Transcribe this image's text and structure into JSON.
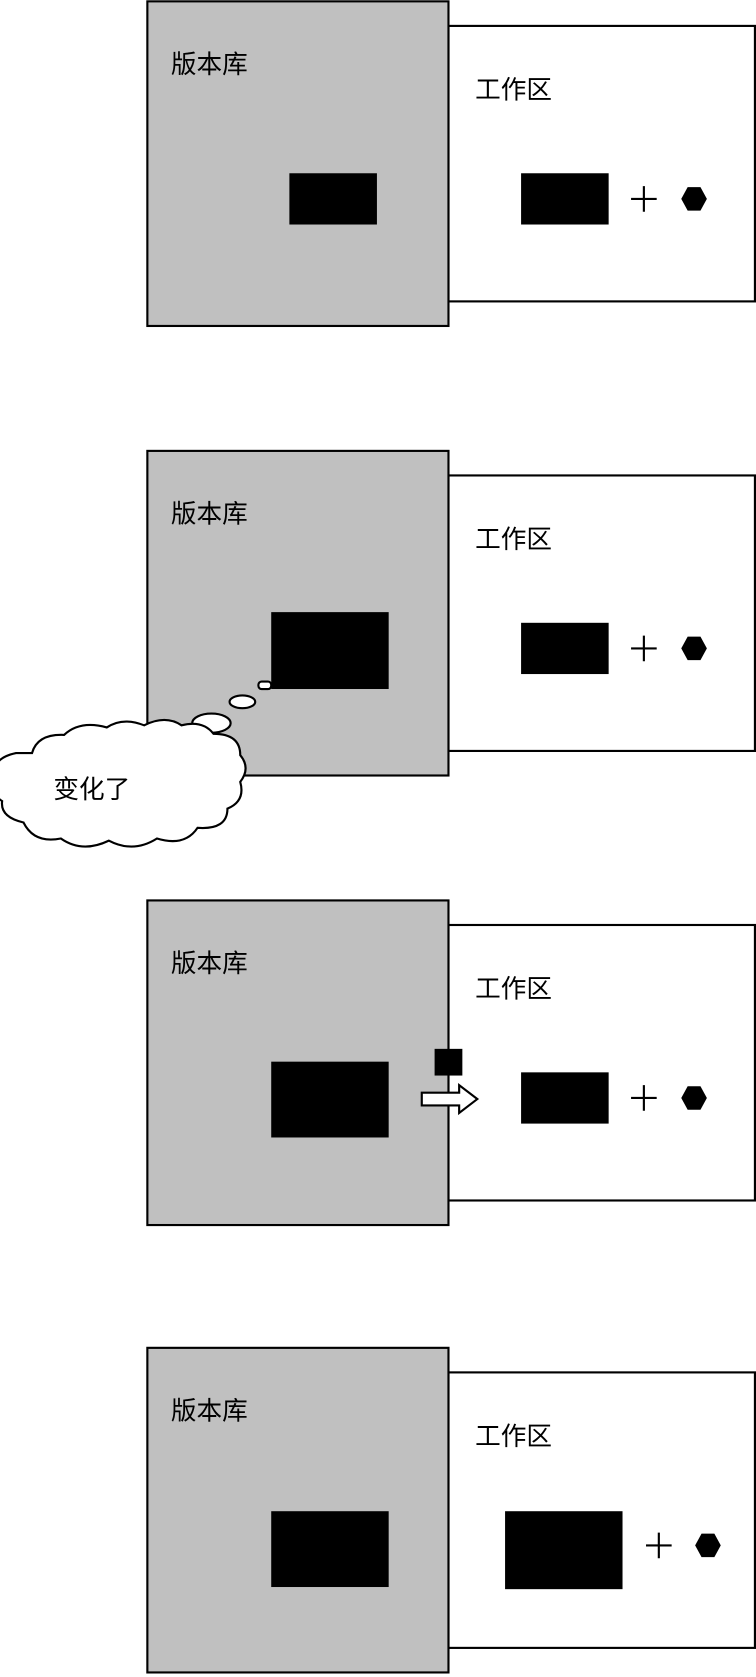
{
  "panels": [
    {
      "repo_label": "版本库",
      "work_label": "工作区"
    },
    {
      "repo_label": "版本库",
      "work_label": "工作区",
      "thought": "变化了"
    },
    {
      "repo_label": "版本库",
      "work_label": "工作区"
    },
    {
      "repo_label": "版本库",
      "work_label": "工作区"
    }
  ],
  "colors": {
    "repo_fill": "#c0c0c0",
    "work_fill": "#ffffff",
    "block": "#000000"
  }
}
